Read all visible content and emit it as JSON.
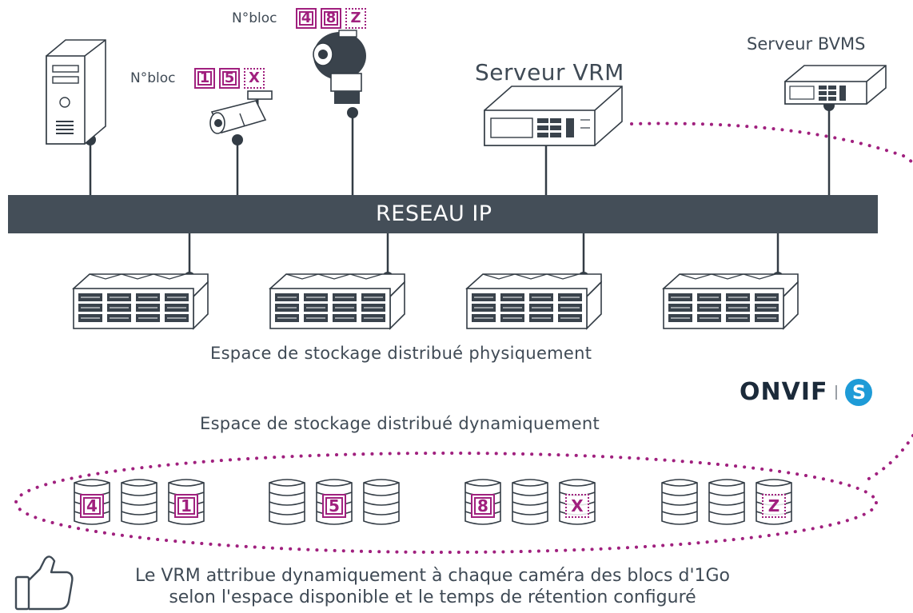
{
  "labels": {
    "vrm_server": "Serveur VRM",
    "bvms_server": "Serveur BVMS",
    "network": "RESEAU IP",
    "physical_storage": "Espace de stockage distribué physiquement",
    "dynamic_storage": "Espace de stockage distribué dynamiquement",
    "bloc_prefix_cam1": "N°bloc",
    "bloc_prefix_cam2": "N°bloc",
    "footer_line1": "Le VRM attribue dynamiquement à chaque caméra des blocs d'1Go",
    "footer_line2": "selon l'espace disponible et le temps de rétention configuré",
    "onvif_text": "ONVIF",
    "onvif_badge": "S"
  },
  "camera1_blocks": [
    "1",
    "5",
    "X"
  ],
  "camera2_blocks": [
    "4",
    "8",
    "Z"
  ],
  "storage_groups": [
    [
      {
        "label": "4",
        "style": "solid"
      },
      {
        "label": "",
        "style": "none"
      },
      {
        "label": "1",
        "style": "solid"
      }
    ],
    [
      {
        "label": "",
        "style": "none"
      },
      {
        "label": "5",
        "style": "solid"
      },
      {
        "label": "",
        "style": "none"
      }
    ],
    [
      {
        "label": "8",
        "style": "solid"
      },
      {
        "label": "",
        "style": "none"
      },
      {
        "label": "X",
        "style": "dotted"
      }
    ],
    [
      {
        "label": "",
        "style": "none"
      },
      {
        "label": "",
        "style": "none"
      },
      {
        "label": "Z",
        "style": "dotted"
      }
    ]
  ],
  "colors": {
    "magenta": "#a0207e",
    "network_bar": "#444e58",
    "line": "#333c45",
    "text": "#3f4a55"
  }
}
